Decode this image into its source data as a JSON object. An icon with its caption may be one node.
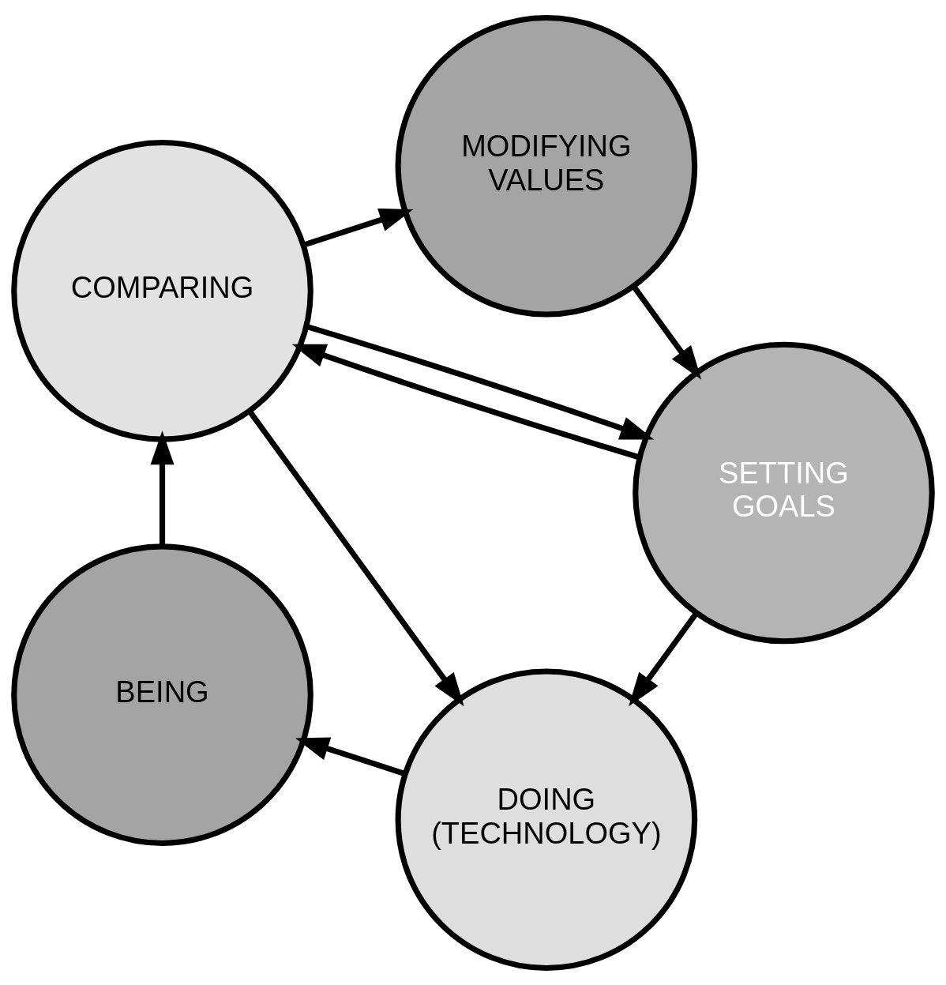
{
  "diagram": {
    "nodes": [
      {
        "text": [
          "DOING (TECHNOLOGY)"
        ]
      },
      {
        "text": [
          "BEING"
        ]
      },
      {
        "text": [
          "SETTING GOALS"
        ]
      },
      {
        "text": [
          "COMPARING"
        ]
      },
      {
        "text": [
          "MODIFYING VALUES"
        ]
      }
    ],
    "edges": [
      {
        "from": 2,
        "to": 0,
        "arrow": "to"
      },
      {
        "from": 0,
        "to": 1,
        "arrow": "to"
      },
      {
        "from": 1,
        "to": 3,
        "arrow": "to"
      },
      {
        "from": 2,
        "to": 3,
        "arrow": "to"
      },
      {
        "from": 3,
        "to": 0,
        "arrow": "to"
      },
      {
        "from": 3,
        "to": 2,
        "arrow": "to"
      },
      {
        "from": 3,
        "to": 4,
        "arrow": "to"
      },
      {
        "from": 4,
        "to": 2,
        "arrow": "to"
      }
    ]
  }
}
